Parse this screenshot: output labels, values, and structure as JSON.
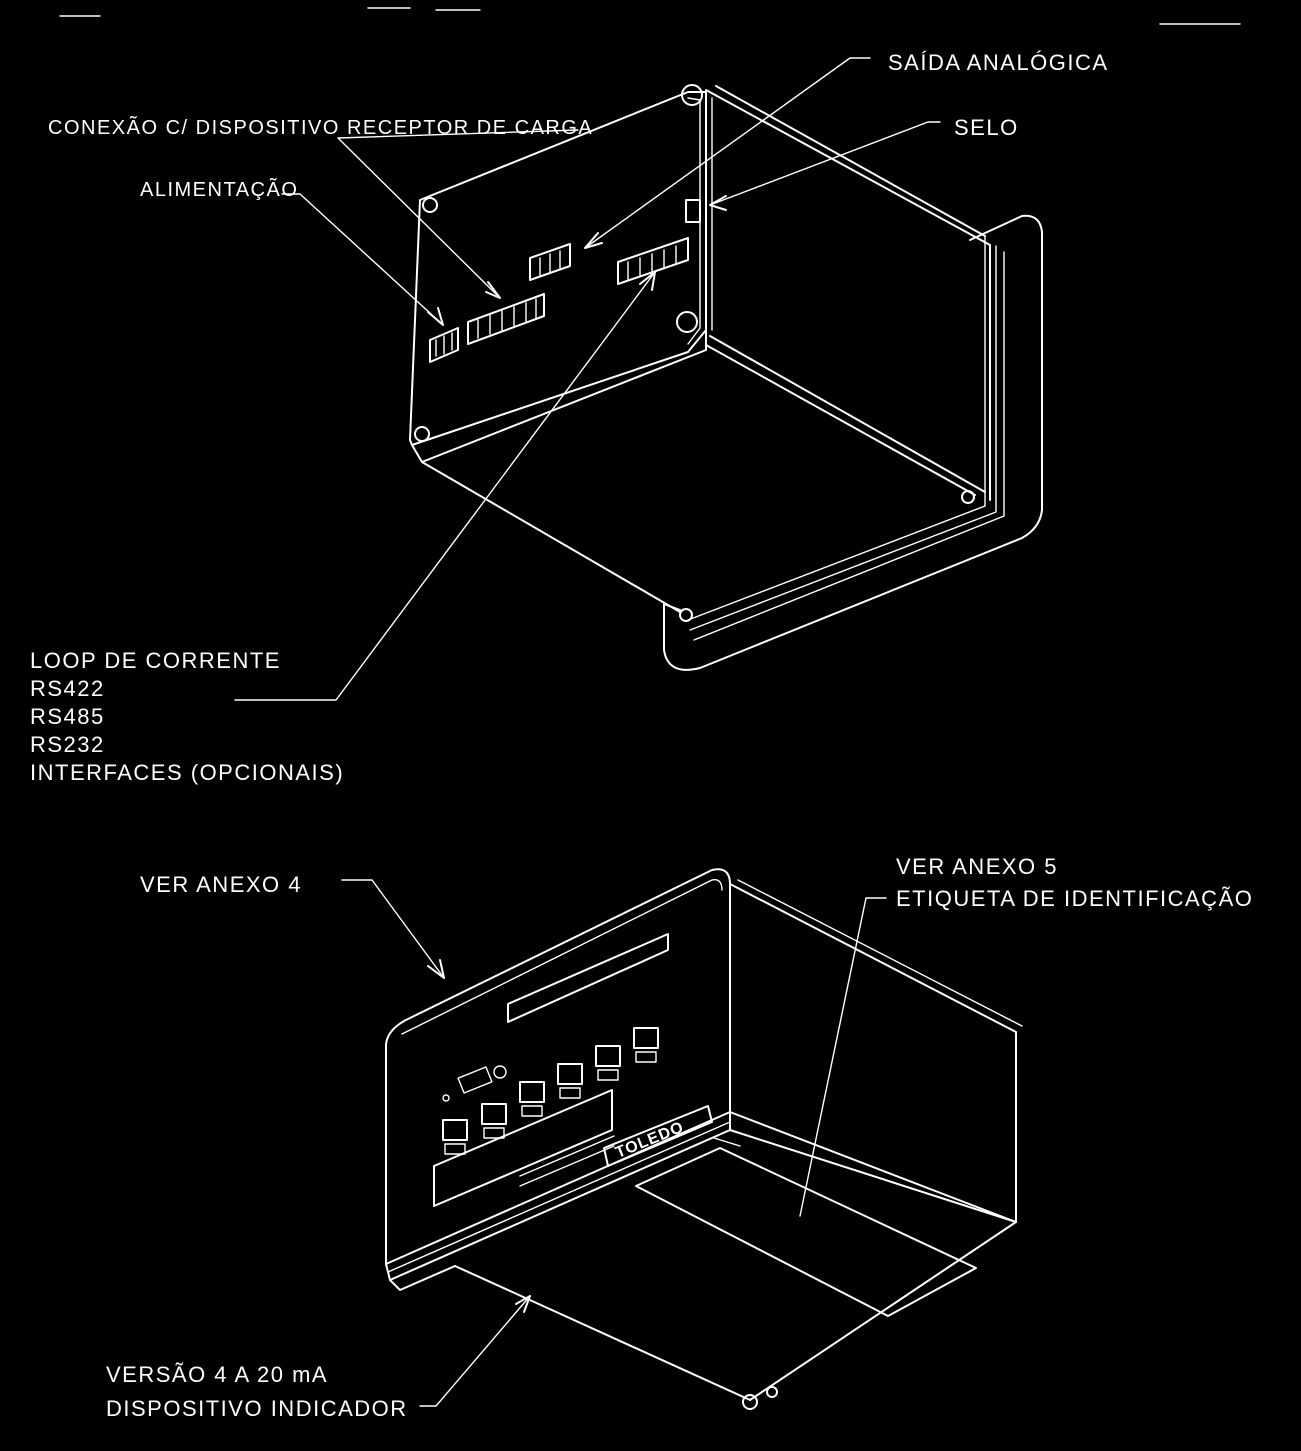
{
  "diagram": {
    "top_assembly": {
      "labels": {
        "analog_output": "SAÍDA ANALÓGICA",
        "seal": "SELO",
        "load_receiver_connection": "CONEXÃO C/ DISPOSITIVO RECEPTOR DE CARGA",
        "power": "ALIMENTAÇÃO",
        "interfaces_lines": [
          "LOOP DE CORRENTE",
          "RS422",
          "RS485",
          "RS232",
          "INTERFACES (OPCIONAIS)"
        ]
      }
    },
    "bottom_assembly": {
      "labels": {
        "see_annex_4": "VER ANEXO 4",
        "see_annex_5": "VER ANEXO 5",
        "identification_label": "ETIQUETA DE IDENTIFICAÇÃO",
        "device_lines": [
          "VERSÃO 4 A 20 mA",
          "DISPOSITIVO INDICADOR"
        ]
      },
      "brand": "TOLEDO"
    }
  }
}
